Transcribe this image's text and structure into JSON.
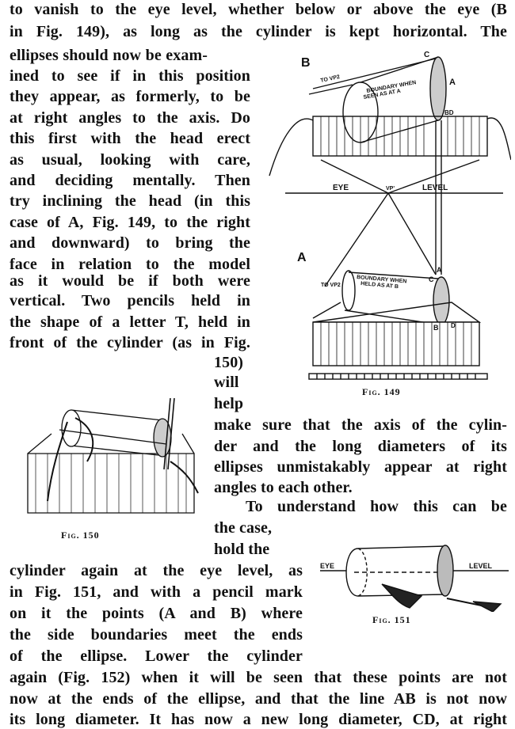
{
  "lines": [
    "to vanish to the eye level, whether below or above the eye (B",
    "in Fig. 149), as long as the cylinder is kept horizontal.  The",
    "ellipses should now be exam-",
    "ined to see if in this position",
    "they appear, as formerly, to be",
    "at right angles to the axis.  Do",
    "this first with the head erect",
    "as usual, looking with care,",
    "and deciding mentally.  Then",
    "try inclining the head (in this",
    "case of A, Fig. 149, to the right",
    "and downward) to bring the",
    "face in relation to the model",
    "as it would be if both were",
    "vertical.  Two pencils held in",
    "the shape of a letter T, held in",
    "front of the cylinder (as in Fig.",
    "150)",
    "will",
    "help",
    "make sure that the axis of the cylin-",
    "der and the long diameters of its",
    "ellipses unmistakably appear at right",
    "angles to each other.",
    "To understand how this can be",
    "the case,",
    "hold the",
    "cylinder again at the eye level, as",
    "in Fig. 151, and with a pencil mark",
    "on it the points (A and B) where",
    "the side boundaries meet the ends",
    "of the ellipse.  Lower the cylinder",
    "again (Fig. 152) when it will be seen that these points are not",
    "now at the ends of the ellipse, and that the line AB is not now",
    "its long diameter.  It has now a new long diameter, CD, at right"
  ],
  "figures": {
    "fig149": {
      "caption": "Fig. 149",
      "labels": {
        "b": "B",
        "a": "A",
        "c_top": "C",
        "a_top": "A",
        "bd_top": "BD",
        "to_vp2_top": "TO VP2",
        "boundary_top_1": "BOUNDARY WHEN",
        "boundary_top_2": "SEEN AS AT A",
        "eye": "EYE",
        "vp1": "VP'",
        "level": "LEVEL",
        "a_bottom": "A",
        "c_bottom": "C",
        "b_bottom": "B",
        "d_bottom": "D",
        "to_vp2_bottom": "TO VP2",
        "boundary_bottom_1": "BOUNDARY WHEN",
        "boundary_bottom_2": "HELD AS AT B"
      }
    },
    "fig150": {
      "caption": "Fig. 150"
    },
    "fig151": {
      "caption": "Fig. 151",
      "labels": {
        "eye": "EYE",
        "level": "LEVEL"
      }
    }
  }
}
